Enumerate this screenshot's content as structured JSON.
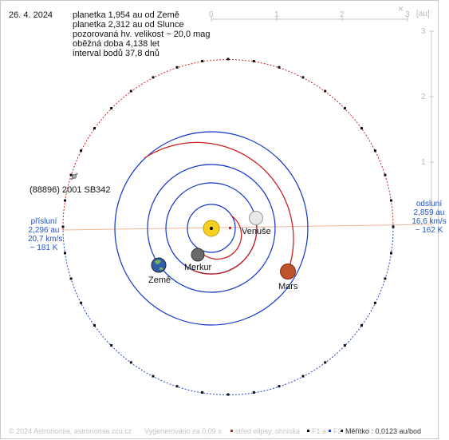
{
  "date": "26. 4. 2024",
  "info_lines": [
    "planetka 1,954 au od Země",
    "planetka 2,312 au od Slunce",
    "pozorovaná hv. velikost ~ 20,0 mag",
    "oběžná doba 4,138 let",
    "interval bodů 37,8 dnů"
  ],
  "object_name": "(88896) 2001 SB342",
  "close_icon": "×",
  "scale_top": {
    "ticks": [
      "0",
      "1",
      "2",
      "3"
    ],
    "unit": "[au]"
  },
  "scale_right": {
    "ticks": [
      "3",
      "2",
      "1"
    ]
  },
  "perihelion": {
    "lines": [
      "přísluní",
      "2,296 au",
      "20,7 km/s",
      "~ 181 K"
    ]
  },
  "aphelion": {
    "lines": [
      "odsluní",
      "2,859 au",
      "16,6 km/s",
      "~ 162 K"
    ]
  },
  "planets": {
    "venus": "Venuše",
    "mercury": "Merkur",
    "earth": "Země",
    "mars": "Mars"
  },
  "footer": {
    "copyright": "© 2024 Astronomia, astronomia.zcu.cz",
    "generated": "Vygenerováno za 0,09 s",
    "legend_center": "střed elipsy, ohniska",
    "legend_f1": "F1 a",
    "legend_f2": "F2",
    "scale": "Měřítko : 0,0123 au/bod"
  },
  "colors": {
    "earth_orbit": "#1133cc",
    "asteroid_inner": "#cc2222",
    "asteroid_outer": "#2244cc",
    "sun": "#f5d020",
    "mars": "#c0532c",
    "apsis_line": "#f0b896",
    "label_blue": "#2255cc"
  }
}
